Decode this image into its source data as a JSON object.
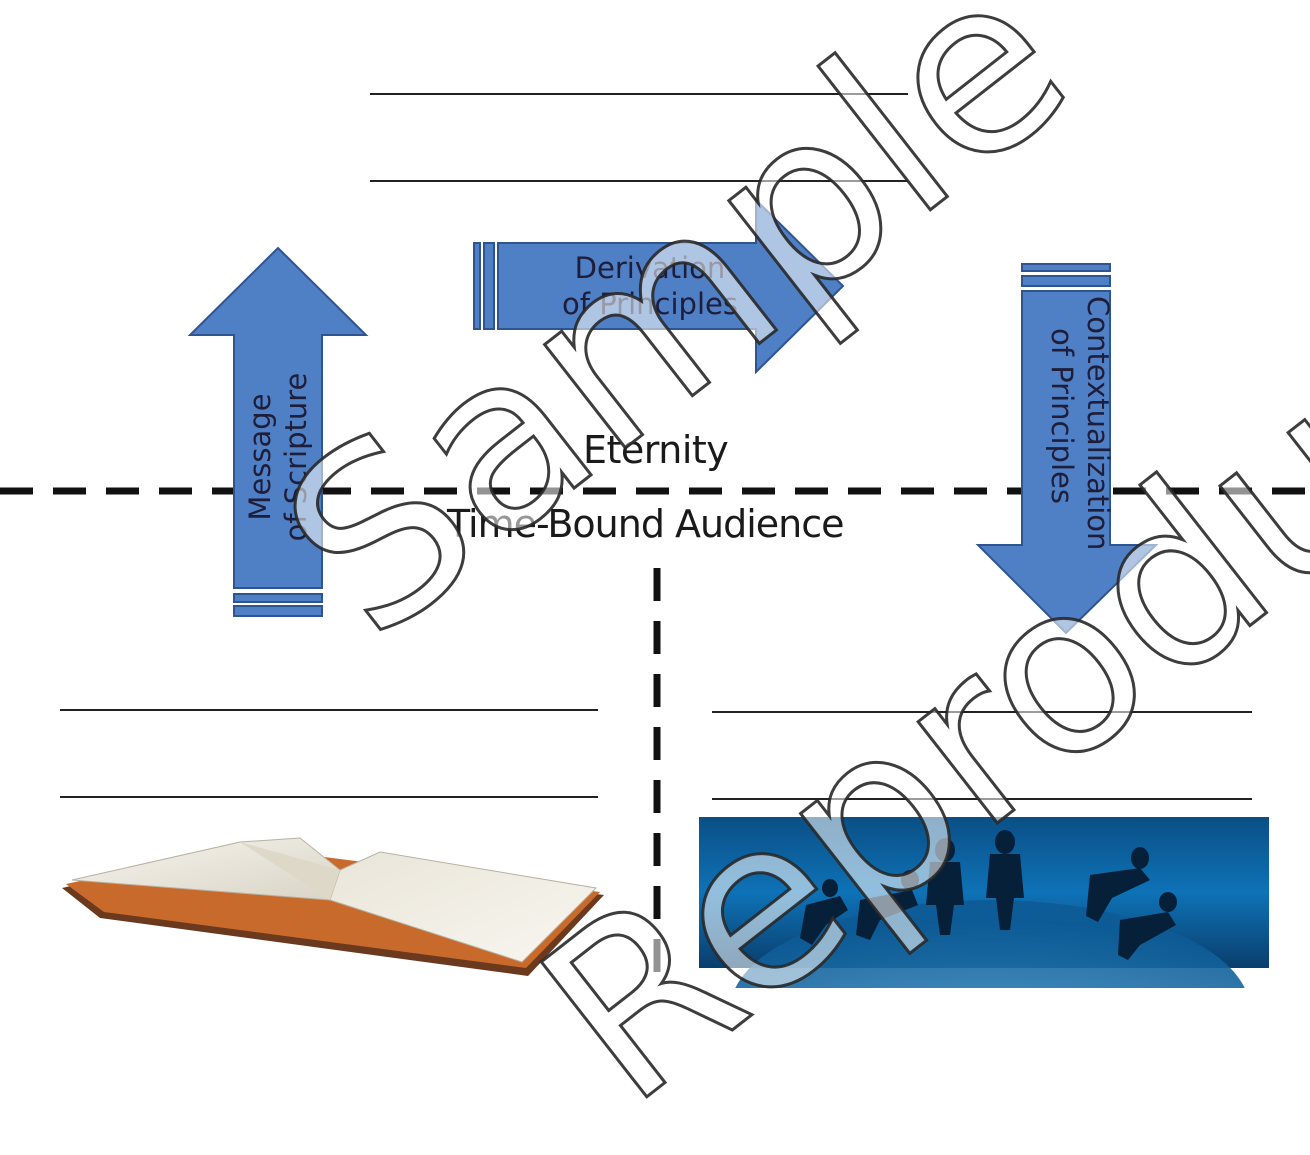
{
  "labels": {
    "eternity": "Eternity",
    "time_bound": "Time-Bound Audience"
  },
  "arrows": {
    "derivation": {
      "line1": "Derivation",
      "line2": "of Principles"
    },
    "message": {
      "line1": "Message",
      "line2": "of Scripture"
    },
    "contextualization": {
      "line1": "Contextualization",
      "line2": "of Principles"
    }
  },
  "watermark": {
    "word1": "Sample",
    "word2": "Reproduce"
  },
  "colors": {
    "arrow_fill": "#4f7fc4",
    "arrow_stroke": "#2f5590",
    "lines": "#222222"
  },
  "images": {
    "left": "open-book",
    "right": "people-silhouettes-on-globe"
  }
}
